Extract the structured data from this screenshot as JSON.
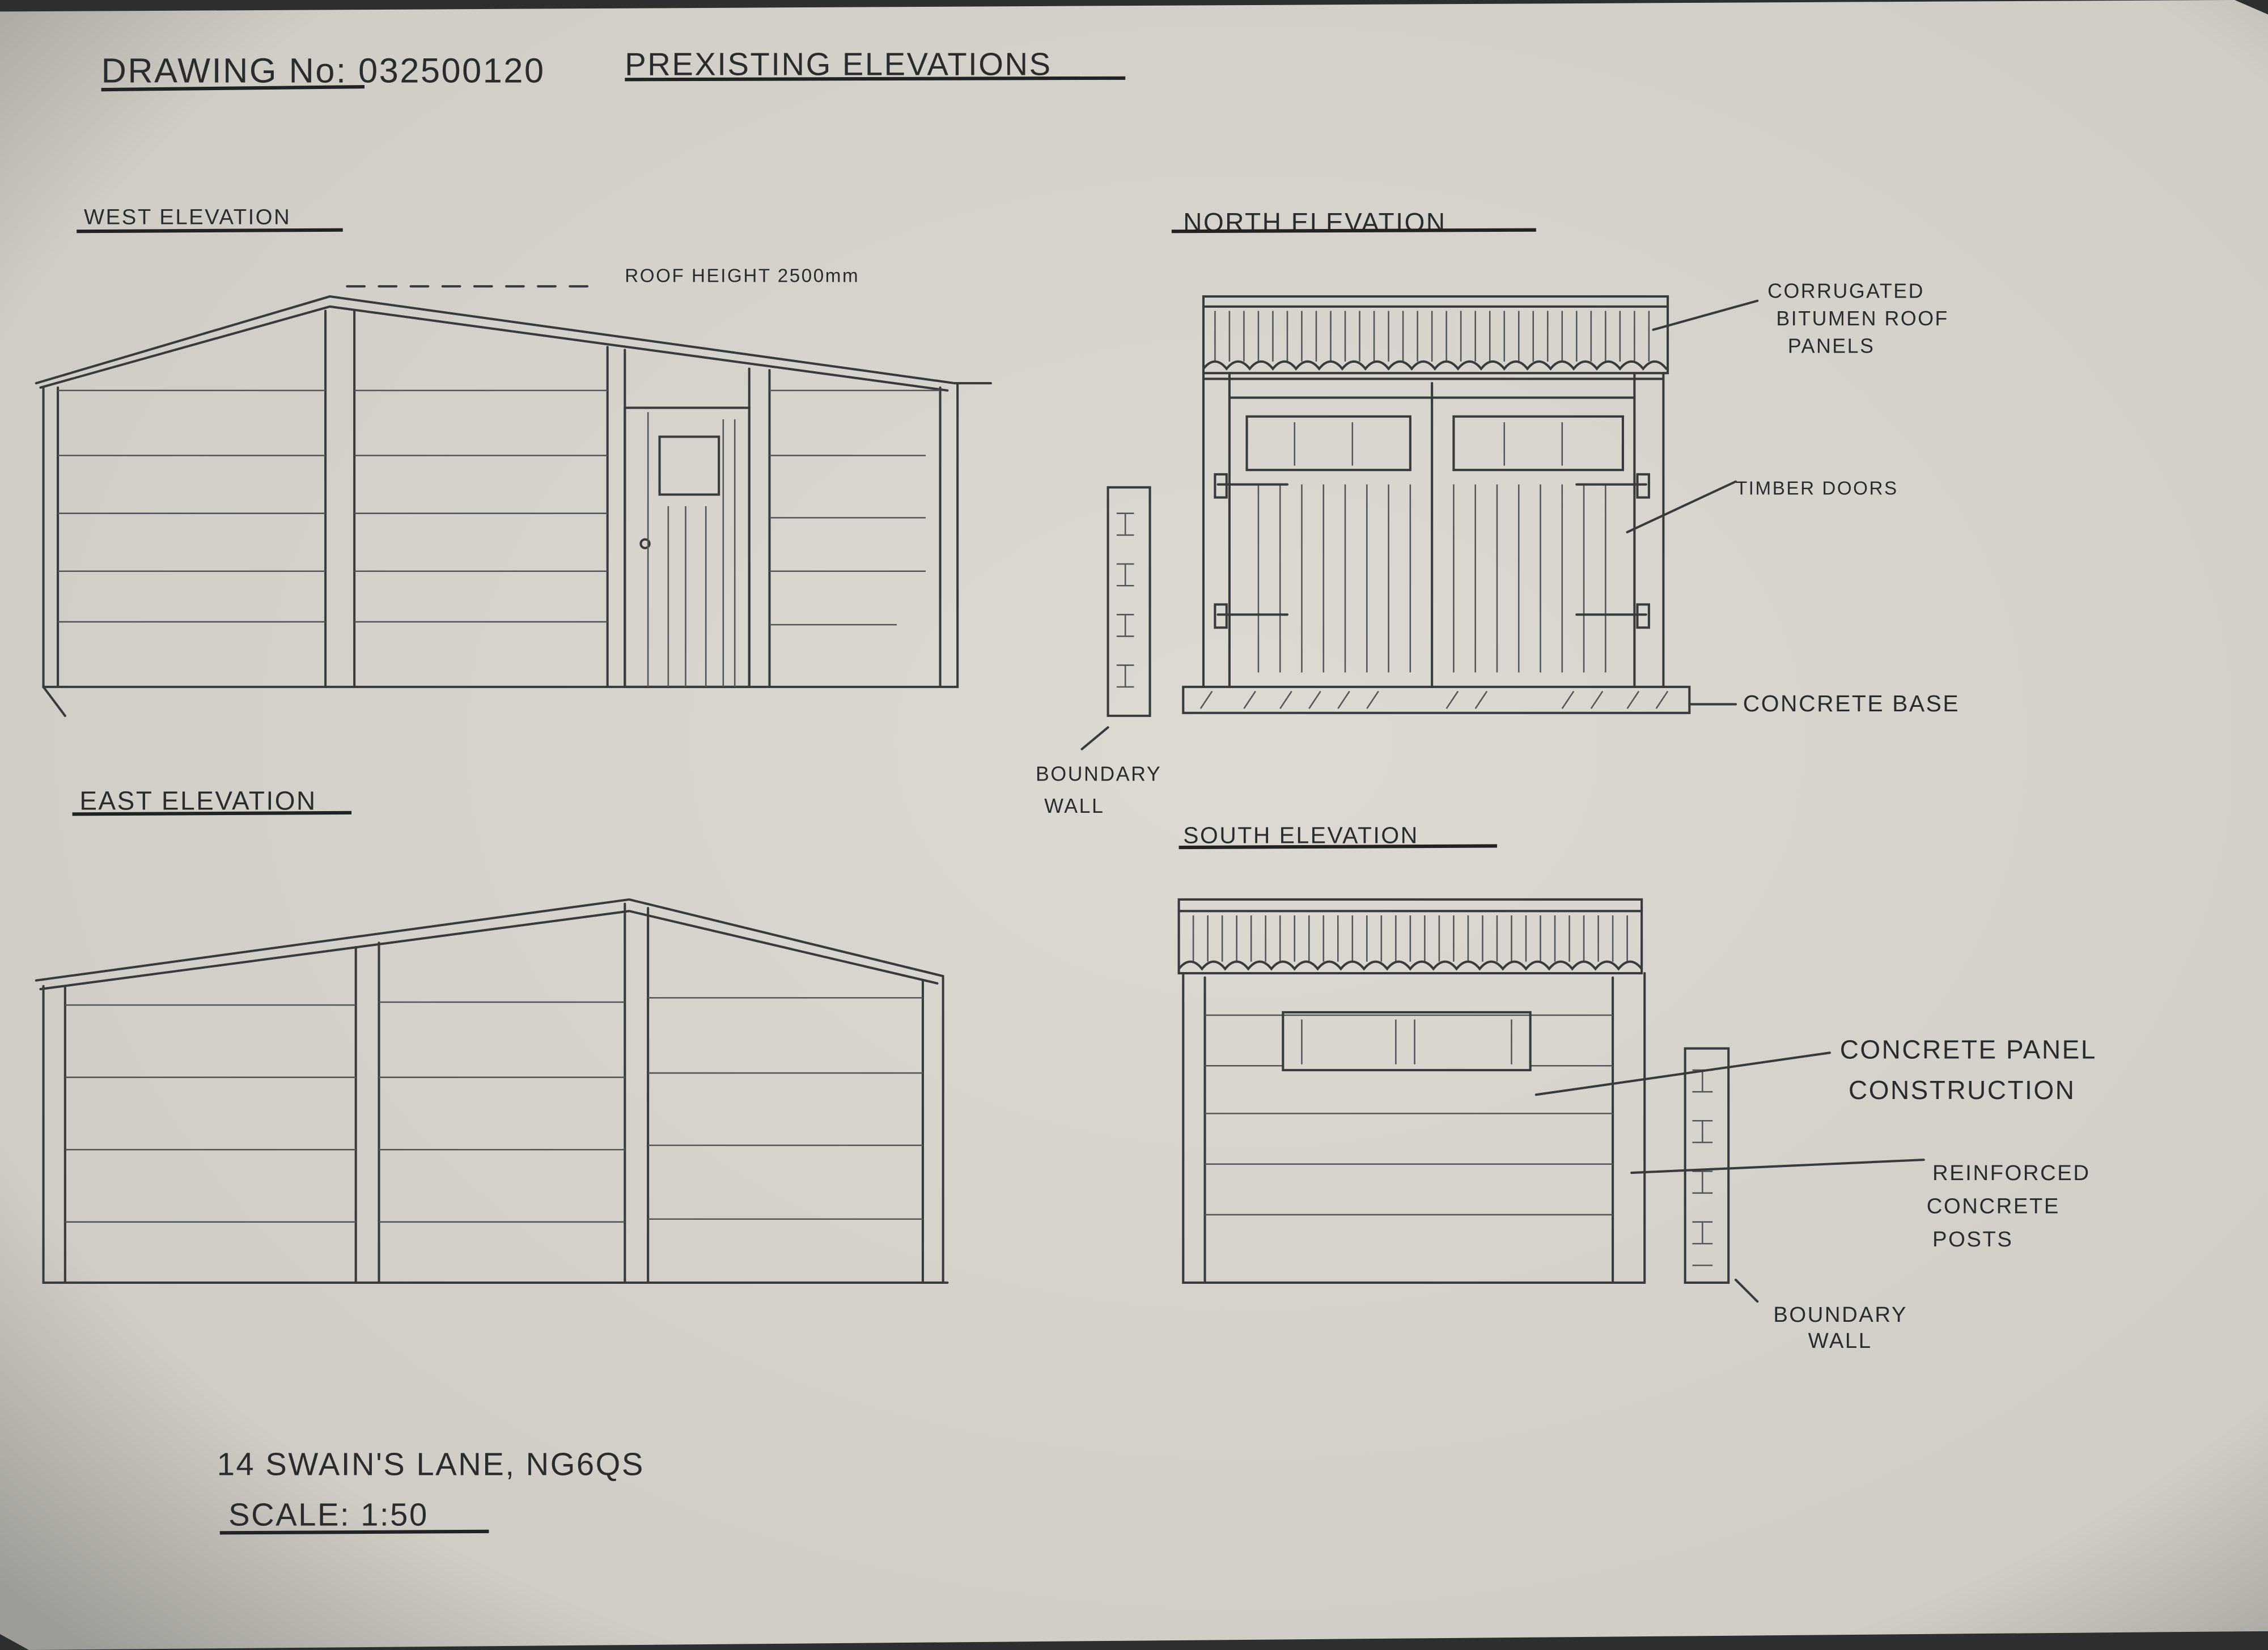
{
  "header": {
    "drawing_no": "DRAWING No: 032500120",
    "title": "PREXISTING ELEVATIONS"
  },
  "west": {
    "title": "WEST ELEVATION",
    "roof_height": "ROOF HEIGHT 2500mm"
  },
  "north": {
    "title": "NORTH ELEVATION",
    "label_roof": [
      "CORRUGATED",
      "BITUMEN ROOF",
      "PANELS"
    ],
    "label_doors": "TIMBER DOORS",
    "label_base": "CONCRETE BASE",
    "label_wall": [
      "BOUNDARY",
      "WALL"
    ]
  },
  "east": {
    "title": "EAST ELEVATION"
  },
  "south": {
    "title": "SOUTH ELEVATION",
    "label_panel": [
      "CONCRETE PANEL",
      "CONSTRUCTION"
    ],
    "label_posts": [
      "REINFORCED",
      "CONCRETE",
      "POSTS"
    ],
    "label_wall": [
      "BOUNDARY",
      "WALL"
    ]
  },
  "footer": {
    "address": "14 SWAIN'S LANE, NG6QS",
    "scale": "SCALE: 1:50"
  },
  "colors": {
    "paper": "#d6d4cc",
    "ink": "#2b2b2b"
  }
}
